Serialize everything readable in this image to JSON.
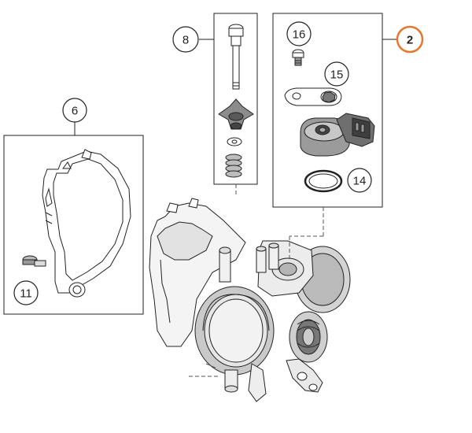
{
  "diagram": {
    "callouts": [
      {
        "id": "8",
        "label": "8"
      },
      {
        "id": "16",
        "label": "16"
      },
      {
        "id": "15",
        "label": "15"
      },
      {
        "id": "14",
        "label": "14"
      },
      {
        "id": "6",
        "label": "6"
      },
      {
        "id": "11",
        "label": "11"
      },
      {
        "id": "2",
        "label": "2",
        "highlighted": true
      }
    ],
    "colors": {
      "line": "#222222",
      "accent": "#e8762c",
      "leader": "#555555"
    }
  }
}
